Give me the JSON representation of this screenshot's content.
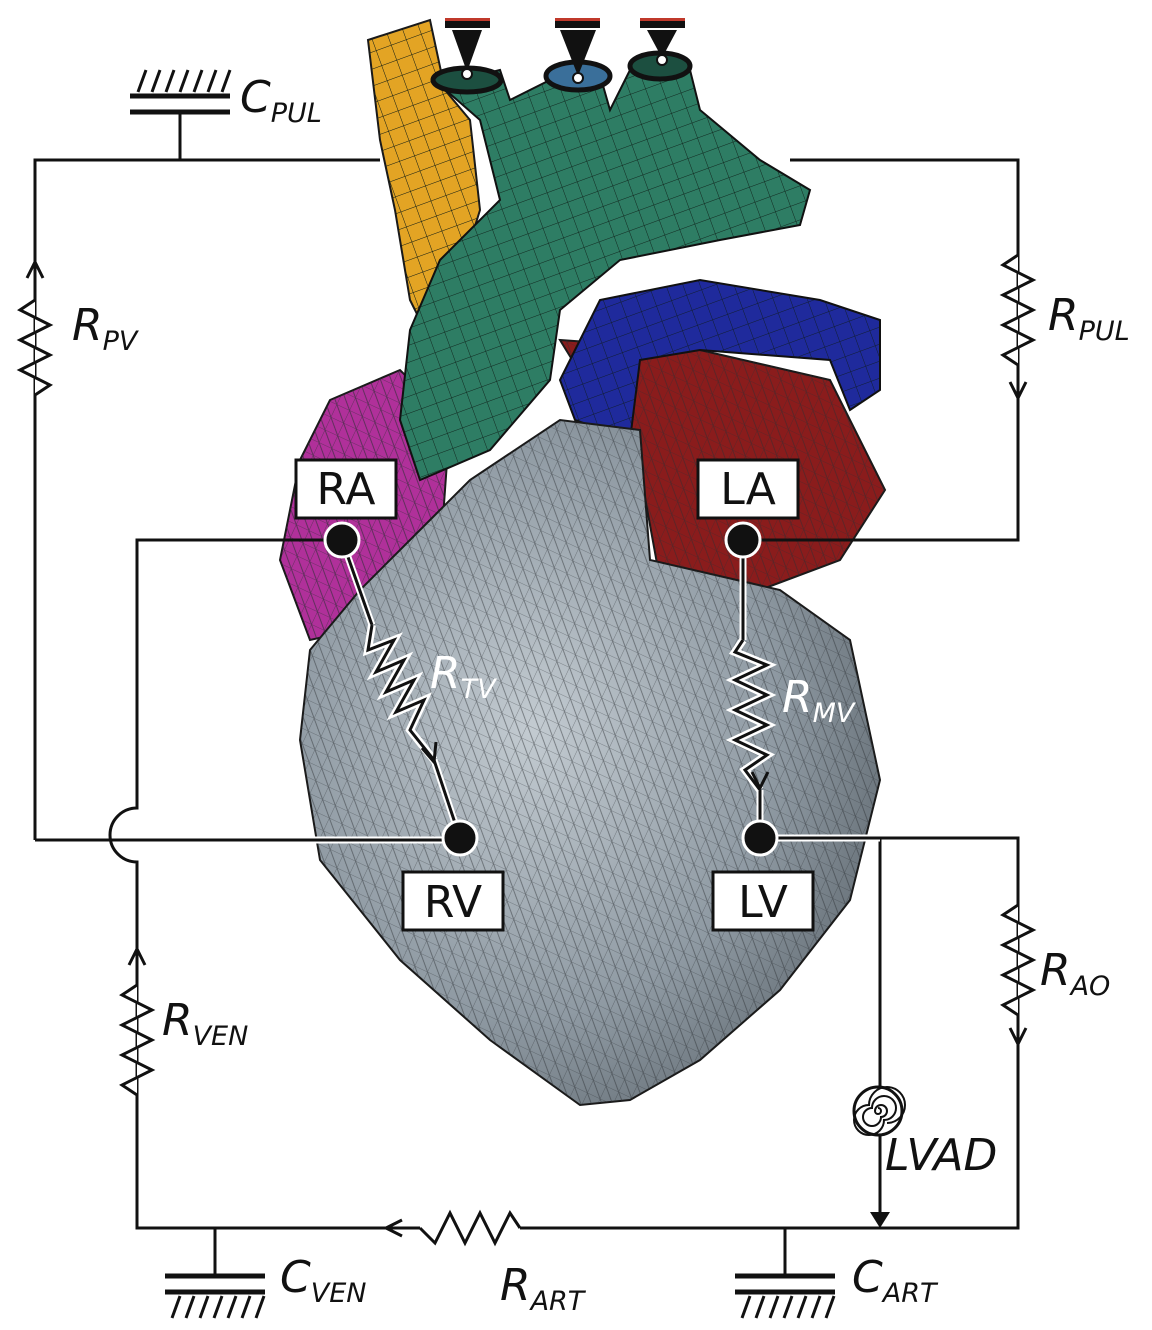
{
  "chambers": {
    "ra": "RA",
    "la": "LA",
    "rv": "RV",
    "lv": "LV"
  },
  "resistors": {
    "pv": {
      "main": "R",
      "sub": "PV"
    },
    "pul": {
      "main": "R",
      "sub": "PUL"
    },
    "tv": {
      "main": "R",
      "sub": "TV"
    },
    "mv": {
      "main": "R",
      "sub": "MV"
    },
    "ao": {
      "main": "R",
      "sub": "AO"
    },
    "ven": {
      "main": "R",
      "sub": "VEN"
    },
    "art": {
      "main": "R",
      "sub": "ART"
    }
  },
  "capacitors": {
    "pul": {
      "main": "C",
      "sub": "PUL"
    },
    "ven": {
      "main": "C",
      "sub": "VEN"
    },
    "art": {
      "main": "C",
      "sub": "ART"
    }
  },
  "pump": {
    "label": "LVAD"
  },
  "colors": {
    "wire": "#111111",
    "heart_mesh": "#8f9aa3",
    "aorta": "#2e7d64",
    "pulmonary_artery": "#1f2a9c",
    "vena_cava": "#e0a020",
    "right_atrium": "#b0309a",
    "left_atrium": "#8a1c1c",
    "boundary_marker": "#c0392b"
  }
}
